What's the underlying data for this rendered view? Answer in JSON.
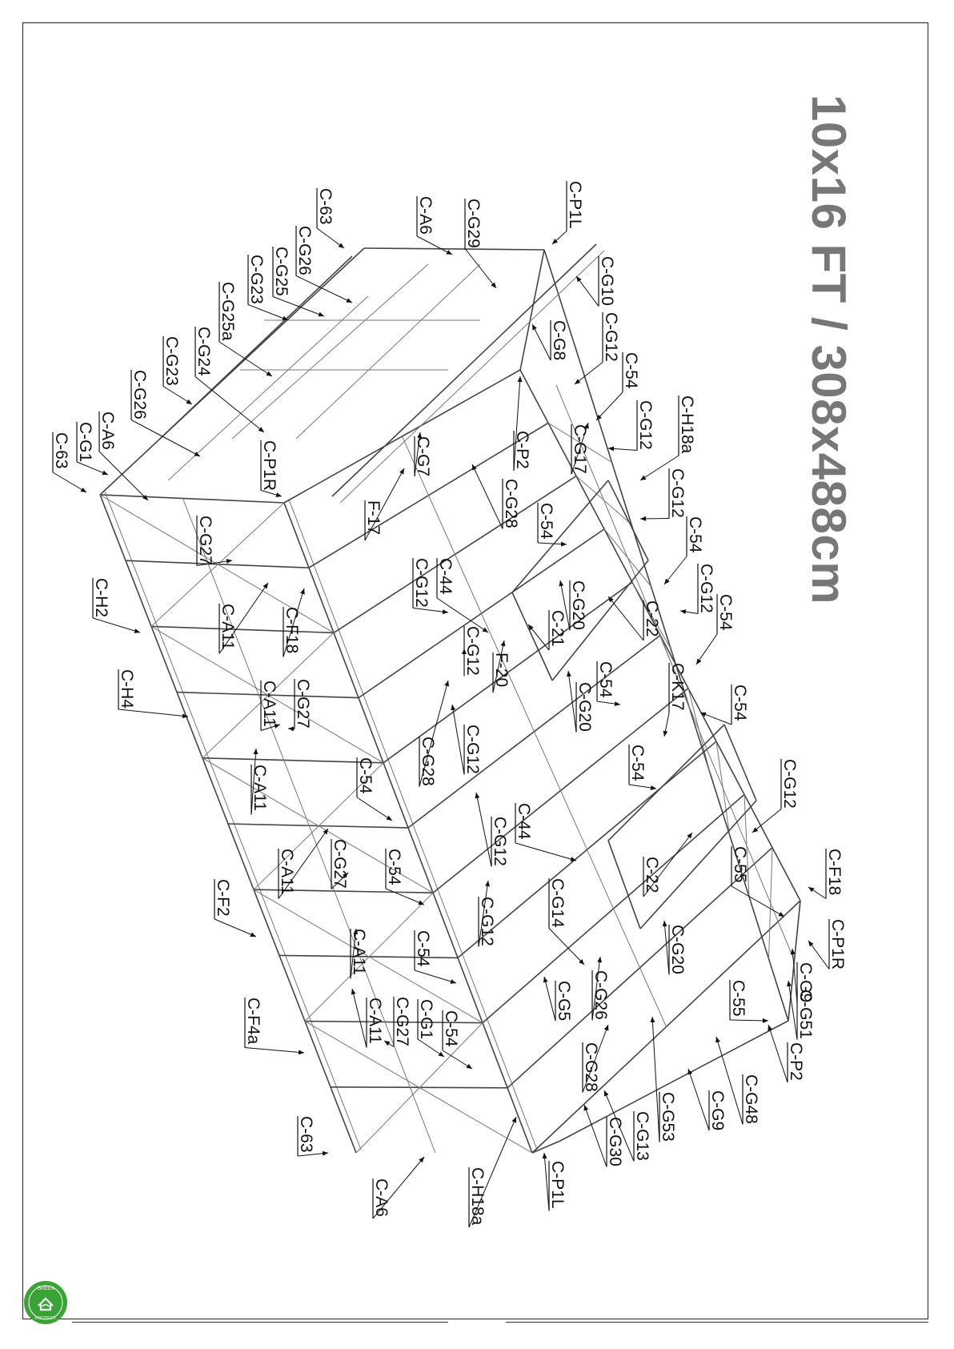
{
  "page": {
    "title": "10x16 FT / 308x488cm"
  },
  "logo": {
    "text_top": "GREEN",
    "text_bottom": "PROTECT",
    "color": "#3aa335"
  },
  "callouts": [
    {
      "id": "c1",
      "text": "C-63"
    },
    {
      "id": "c2",
      "text": "C-A6"
    },
    {
      "id": "c3",
      "text": "C-G29"
    },
    {
      "id": "c4",
      "text": "C-P1L"
    },
    {
      "id": "c5",
      "text": "C-G26"
    },
    {
      "id": "c6",
      "text": "C-G25"
    },
    {
      "id": "c7",
      "text": "C-G23"
    },
    {
      "id": "c8",
      "text": "C-G10"
    },
    {
      "id": "c9",
      "text": "C-G25a"
    },
    {
      "id": "c10",
      "text": "C-G8"
    },
    {
      "id": "c11",
      "text": "C-G12"
    },
    {
      "id": "c12",
      "text": "C-G24"
    },
    {
      "id": "c13",
      "text": "C-54"
    },
    {
      "id": "c14",
      "text": "C-G23"
    },
    {
      "id": "c15",
      "text": "C-G12"
    },
    {
      "id": "c16",
      "text": "C-H18a"
    },
    {
      "id": "c17",
      "text": "C-G26"
    },
    {
      "id": "c18",
      "text": "C-P2"
    },
    {
      "id": "c19",
      "text": "C-G17"
    },
    {
      "id": "c20",
      "text": "C-A6"
    },
    {
      "id": "c21",
      "text": "C-G1"
    },
    {
      "id": "c22",
      "text": "C-63"
    },
    {
      "id": "c23",
      "text": "C-P1R"
    },
    {
      "id": "c24",
      "text": "C-G7"
    },
    {
      "id": "c25",
      "text": "C-G12"
    },
    {
      "id": "c26",
      "text": "F-17"
    },
    {
      "id": "c27",
      "text": "C-G28"
    },
    {
      "id": "c28",
      "text": "C-54"
    },
    {
      "id": "c29",
      "text": "C-54"
    },
    {
      "id": "c30",
      "text": "C-G27"
    },
    {
      "id": "c31",
      "text": "C-G12"
    },
    {
      "id": "c32",
      "text": "C-44"
    },
    {
      "id": "c33",
      "text": "C-G20"
    },
    {
      "id": "c34",
      "text": "C-22"
    },
    {
      "id": "c35",
      "text": "C-H2"
    },
    {
      "id": "c36",
      "text": "C-A11"
    },
    {
      "id": "c37",
      "text": "C-F18"
    },
    {
      "id": "c38",
      "text": "C-21"
    },
    {
      "id": "c39",
      "text": "C-54"
    },
    {
      "id": "c40",
      "text": "C-G12"
    },
    {
      "id": "c41",
      "text": "C-G12"
    },
    {
      "id": "c42",
      "text": "C-H4"
    },
    {
      "id": "c43",
      "text": "C-A11"
    },
    {
      "id": "c44",
      "text": "C-G27"
    },
    {
      "id": "c45",
      "text": "C-54"
    },
    {
      "id": "c46",
      "text": "C-K17"
    },
    {
      "id": "c47",
      "text": "C-G20"
    },
    {
      "id": "c48",
      "text": "F-20"
    },
    {
      "id": "c49",
      "text": "C-G28"
    },
    {
      "id": "c50",
      "text": "C-G12"
    },
    {
      "id": "c51",
      "text": "C-54"
    },
    {
      "id": "c52",
      "text": "C-A11"
    },
    {
      "id": "c53",
      "text": "C-54"
    },
    {
      "id": "c54",
      "text": "C-54"
    },
    {
      "id": "c55",
      "text": "C-G12"
    },
    {
      "id": "c56",
      "text": "C-44"
    },
    {
      "id": "c57",
      "text": "C-G12"
    },
    {
      "id": "c58",
      "text": "C-A11"
    },
    {
      "id": "c59",
      "text": "C-G27"
    },
    {
      "id": "c60",
      "text": "C-54"
    },
    {
      "id": "c61",
      "text": "C-22"
    },
    {
      "id": "c62",
      "text": "C-55"
    },
    {
      "id": "c63",
      "text": "C-F18"
    },
    {
      "id": "c64",
      "text": "C-F2"
    },
    {
      "id": "c65",
      "text": "C-G12"
    },
    {
      "id": "c66",
      "text": "C-G14"
    },
    {
      "id": "c67",
      "text": "C-A11"
    },
    {
      "id": "c68",
      "text": "C-54"
    },
    {
      "id": "c69",
      "text": "C-G20"
    },
    {
      "id": "c70",
      "text": "C-P1R"
    },
    {
      "id": "c71",
      "text": "C-G9"
    },
    {
      "id": "c72",
      "text": "C-G5"
    },
    {
      "id": "c73",
      "text": "C-G26"
    },
    {
      "id": "c74",
      "text": "C-55"
    },
    {
      "id": "c75",
      "text": "C-G51"
    },
    {
      "id": "c76",
      "text": "C-F4a"
    },
    {
      "id": "c77",
      "text": "C-A11"
    },
    {
      "id": "c78",
      "text": "C-G27"
    },
    {
      "id": "c79",
      "text": "C-G1"
    },
    {
      "id": "c80",
      "text": "C-54"
    },
    {
      "id": "c81",
      "text": "C-P2"
    },
    {
      "id": "c82",
      "text": "C-G28"
    },
    {
      "id": "c83",
      "text": "C-G48"
    },
    {
      "id": "c84",
      "text": "C-G9"
    },
    {
      "id": "c85",
      "text": "C-G53"
    },
    {
      "id": "c86",
      "text": "C-G13"
    },
    {
      "id": "c87",
      "text": "C-G30"
    },
    {
      "id": "c88",
      "text": "C-63"
    },
    {
      "id": "c89",
      "text": "C-P1L"
    },
    {
      "id": "c90",
      "text": "C-H18a"
    },
    {
      "id": "c91",
      "text": "C-A6"
    }
  ]
}
